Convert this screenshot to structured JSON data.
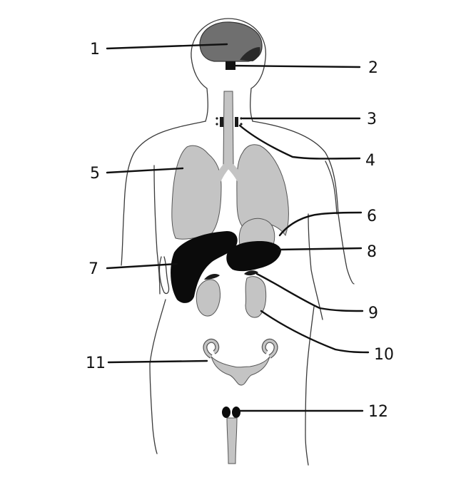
{
  "colors": {
    "background": "#ffffff",
    "outline": "#3a3a3a",
    "dark_gray": "#6f6f6f",
    "light_gray": "#c4c4c4",
    "black": "#0b0b0b"
  },
  "labels": {
    "l1": "1",
    "l2": "2",
    "l3": "3",
    "l4": "4",
    "l5": "5",
    "l6": "6",
    "l7": "7",
    "l8": "8",
    "l9": "9",
    "l10": "10",
    "l11": "11",
    "l12": "12"
  }
}
